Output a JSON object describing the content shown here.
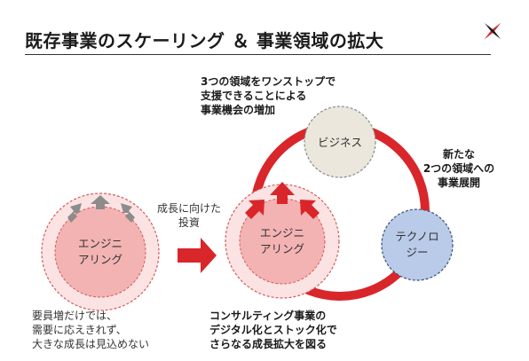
{
  "header": {
    "title": "既存事業のスケーリング ＆ 事業領域の拡大",
    "logo_icon": "cross-x-logo-icon"
  },
  "colors": {
    "accent_red": "#d9262a",
    "circle_pink": "#f3b3b3",
    "circle_pink_inner": "#f8cfcf",
    "business_fill": "#ebe7dc",
    "tech_fill": "#b9cbe8",
    "arrow_grey": "#8c8c8c"
  },
  "diagram": {
    "left_circle_label": "エンジニ\nアリング",
    "left_caption": "要員増だけでは、\n需要に応えきれず、\n大きな成長は見込めない",
    "growth_arrow_label": "成長に向けた\n投資",
    "center_circle_label": "エンジニ\nアリング",
    "business_circle_label": "ビジネス",
    "tech_circle_label": "テクノロ\nジー",
    "top_note": "3つの領域をワンストップで\n支援できることによる\n事業機会の増加",
    "right_note": "新たな\n2つの領域への\n事業展開",
    "bottom_note": "コンサルティング事業の\nデジタル化とストック化で\nさらなる成長拡大を図る"
  }
}
